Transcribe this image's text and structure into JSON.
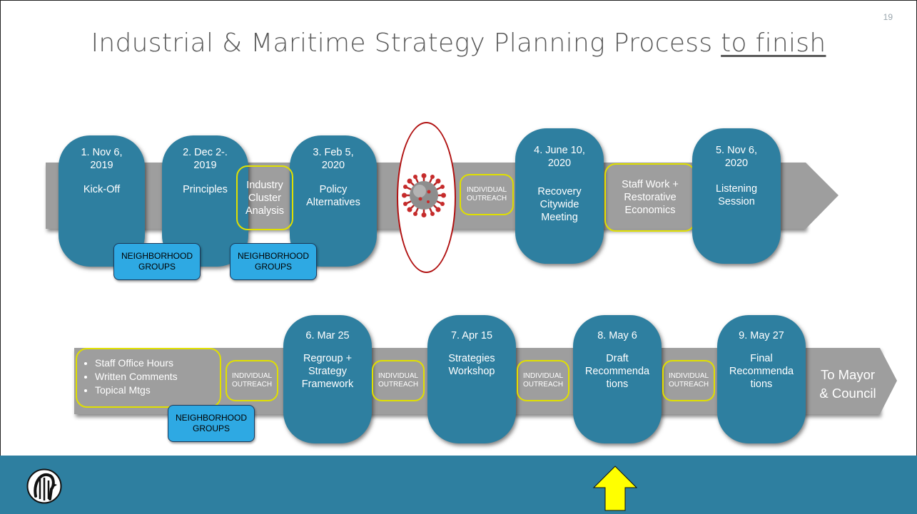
{
  "slide": {
    "title_main": "Industrial & Maritime Strategy Planning Process ",
    "title_underlined": "to finish",
    "page_number": "19"
  },
  "row1": [
    {
      "date": "1. Nov 6,",
      "year": "2019",
      "label": "Kick-Off"
    },
    {
      "date": "2. Dec 2-.",
      "year": "2019",
      "label": "Principles"
    },
    {
      "date": "3. Feb 5,",
      "year": "2020",
      "label1": "Policy",
      "label2": "Alternatives"
    },
    {
      "date": "4. June 10,",
      "year": "2020",
      "label1": "Recovery",
      "label2": "Citywide",
      "label3": "Meeting"
    },
    {
      "date": "5. Nov 6,",
      "year": "2020",
      "label1": "Listening",
      "label2": "Session"
    }
  ],
  "row1_boxes": {
    "industry": [
      "Industry",
      "Cluster",
      "Analysis"
    ],
    "staff": [
      "Staff Work +",
      "Restorative",
      "Economics"
    ]
  },
  "neighborhood": {
    "line1": "Neighborhood",
    "line2": "Groups"
  },
  "outreach": {
    "line1": "INDIVIDUAL",
    "line2": "OUTREACH"
  },
  "row2": [
    {
      "date": "6. Mar 25",
      "label1": "Regroup +",
      "label2": "Strategy",
      "label3": "Framework"
    },
    {
      "date": "7. Apr 15",
      "label1": "Strategies",
      "label2": "Workshop"
    },
    {
      "date": "8. May 6",
      "label1": "Draft",
      "label2": "Recommenda",
      "label3": "tions"
    },
    {
      "date": "9. May 27",
      "label1": "Final",
      "label2": "Recommenda",
      "label3": "tions"
    }
  ],
  "bullets": [
    "Staff Office Hours",
    "Written Comments",
    "Topical Mtgs"
  ],
  "destination": {
    "line1": "To Mayor",
    "line2": "& Council"
  },
  "colors": {
    "step_blue": "#2e7fa0",
    "band_gray": "#9e9e9e",
    "highlight_yellow": "#e0e000",
    "group_blue": "#2ea9e3",
    "virus_oval_border": "#b01010"
  },
  "icons": {
    "virus": "coronavirus-icon",
    "logo": "seattle-seal-logo",
    "pointer": "yellow-up-arrow-icon"
  }
}
